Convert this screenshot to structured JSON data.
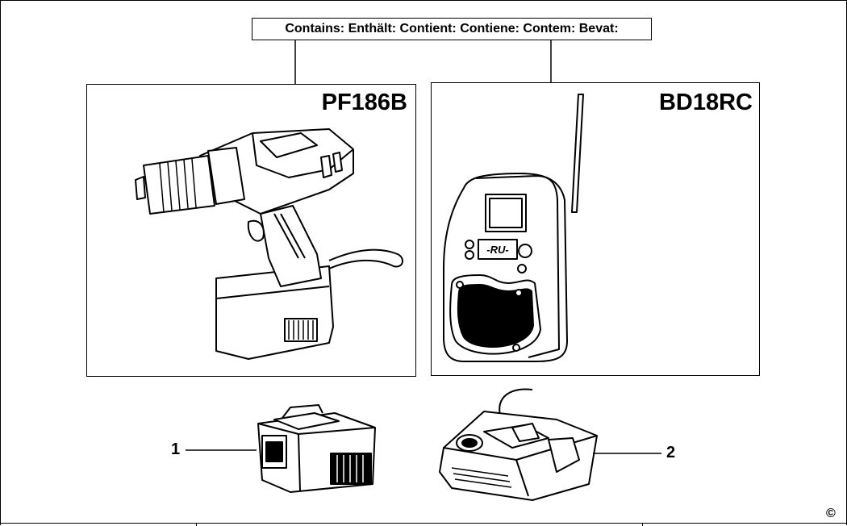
{
  "header": {
    "contains_label": "Contains:  Enthält:  Contient:  Contiene:  Contem:  Bevat:"
  },
  "drill_box": {
    "model": "PF186B"
  },
  "radio_box": {
    "model": "BD18RC",
    "display_text": "-RU-"
  },
  "callouts": {
    "battery_number": "1",
    "charger_number": "2"
  },
  "footer": {
    "copyright_symbol": "©"
  }
}
